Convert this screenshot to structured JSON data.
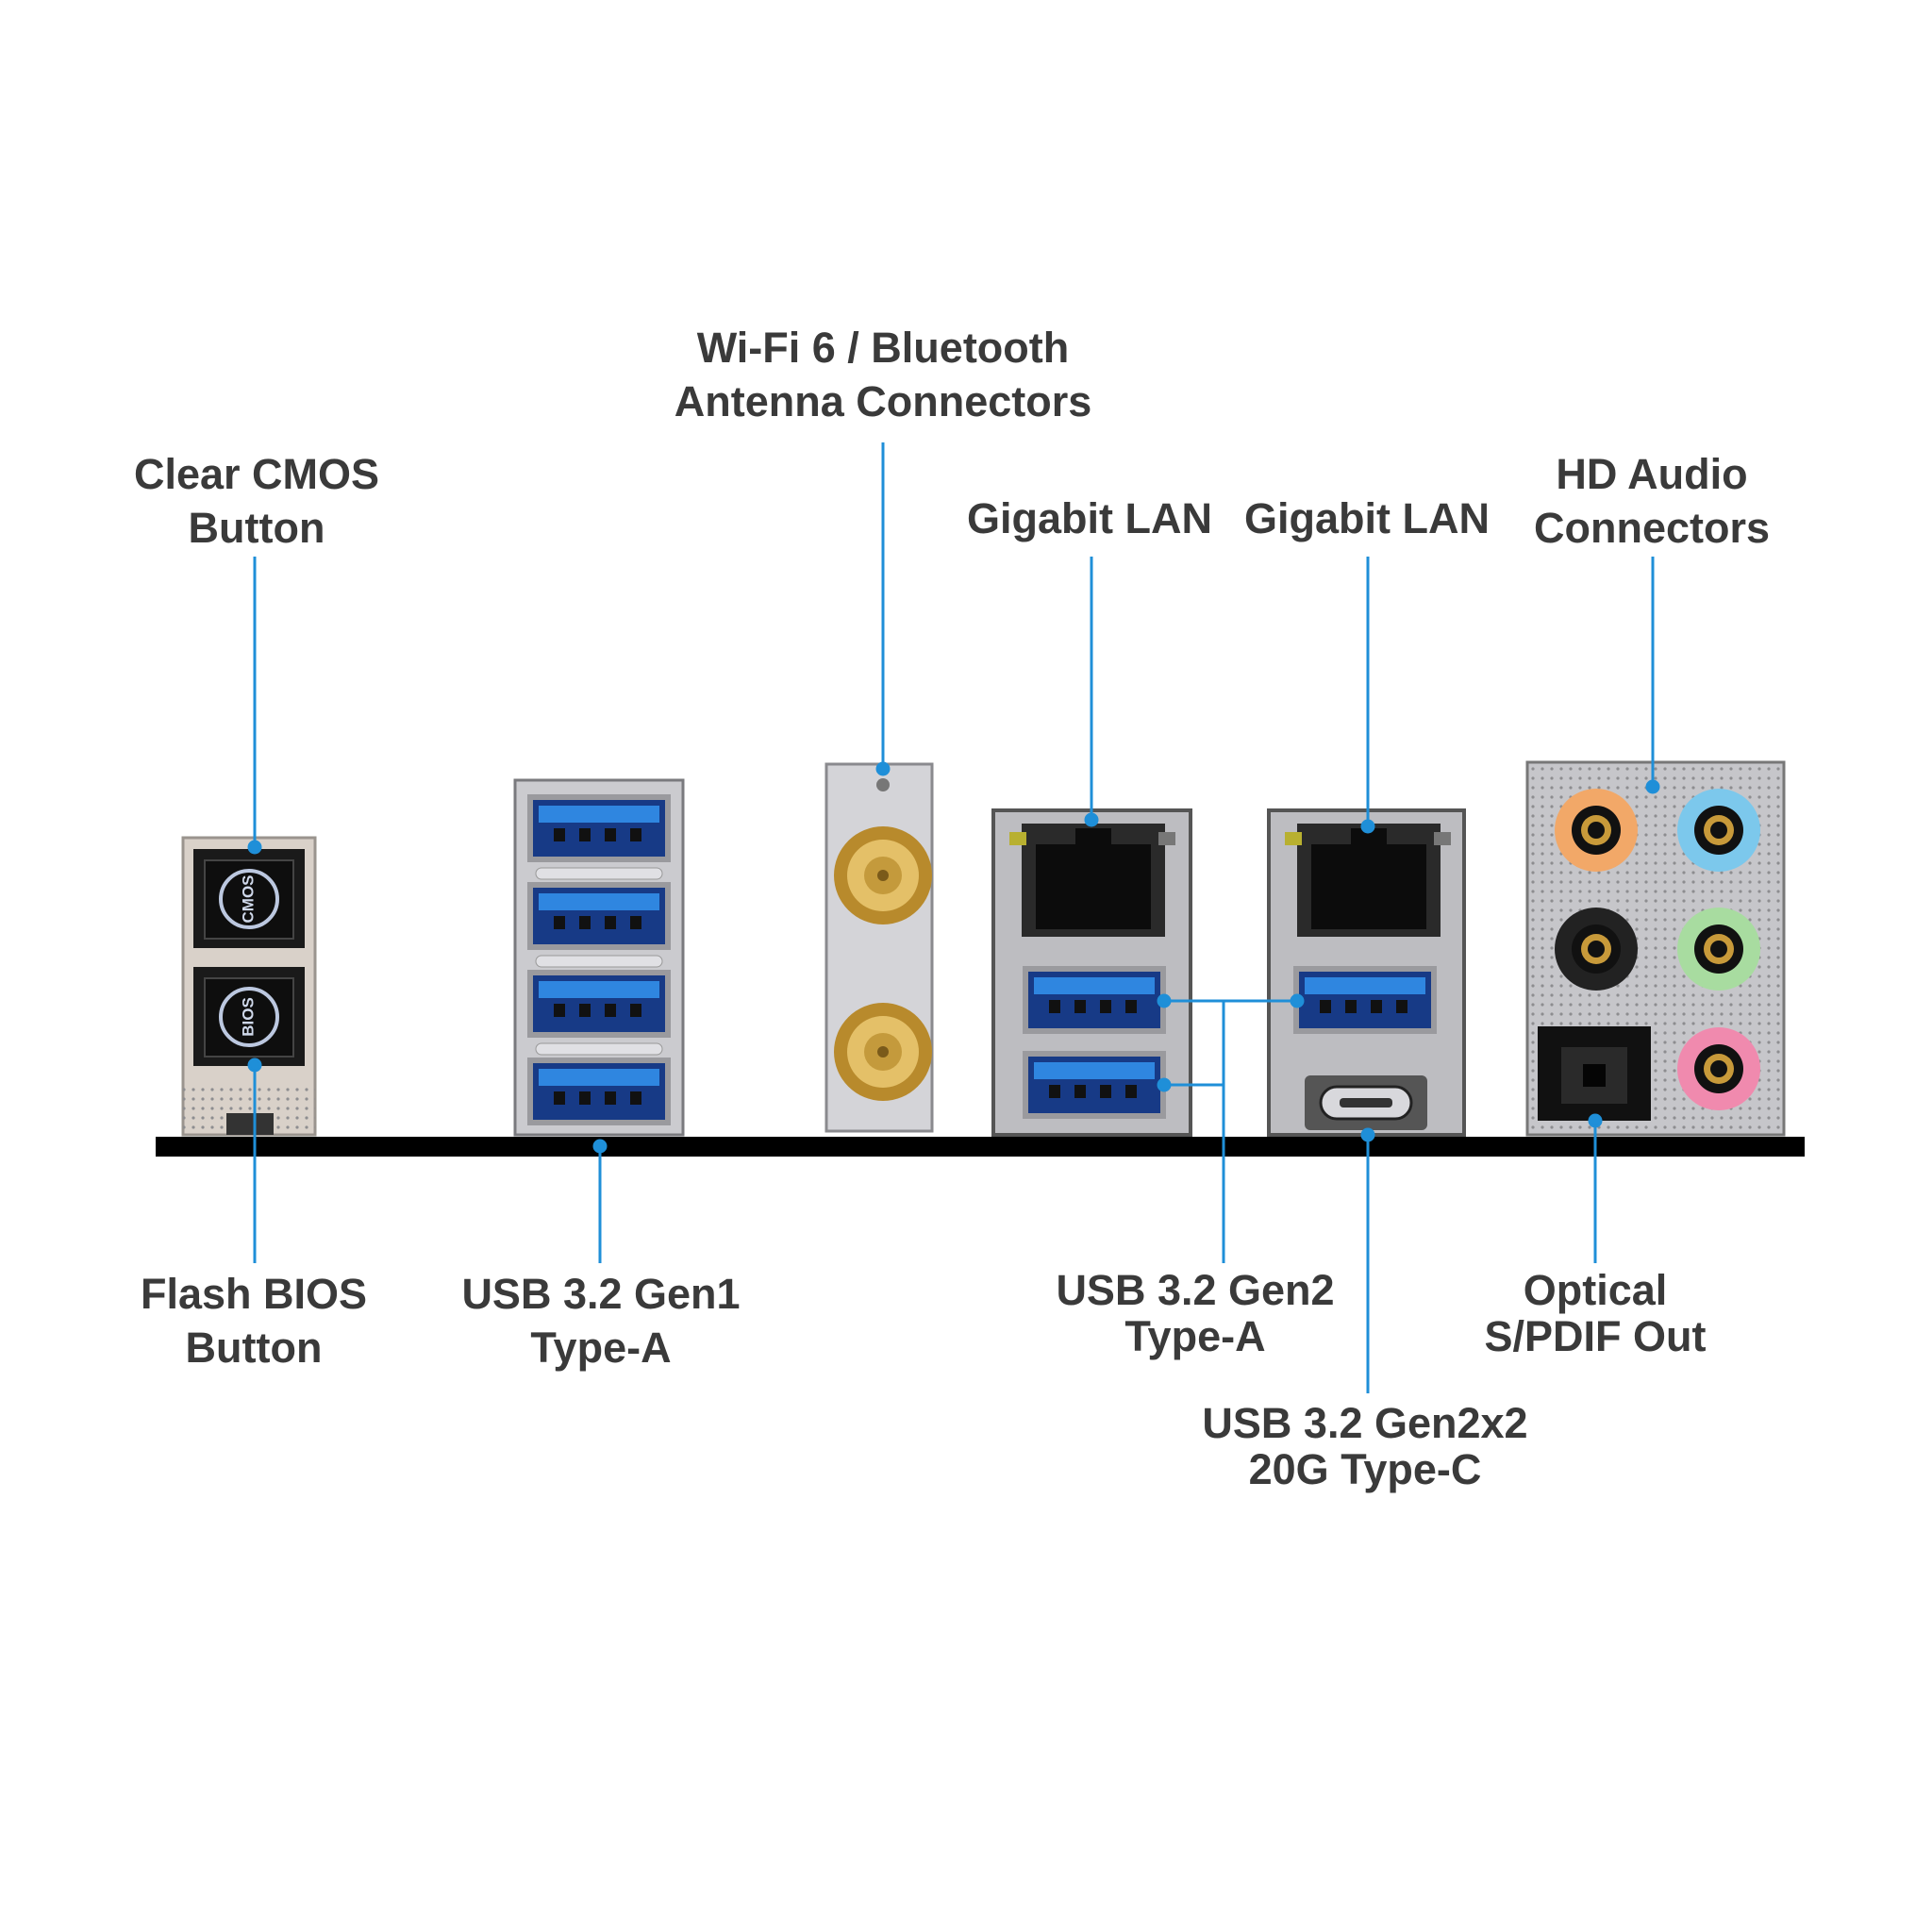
{
  "colors": {
    "leader_line": "#1f8fd8",
    "base_bar": "#000000",
    "label_text": "#3a3a3a",
    "usb_blue": "#2f86e0"
  },
  "labels": {
    "clear_cmos": {
      "line1": "Clear CMOS",
      "line2": "Button"
    },
    "antenna": {
      "line1": "Wi-Fi 6 / Bluetooth",
      "line2": "Antenna Connectors"
    },
    "lan1": {
      "line1": "Gigabit LAN"
    },
    "lan2": {
      "line1": "Gigabit LAN"
    },
    "hd_audio": {
      "line1": "HD Audio",
      "line2": "Connectors"
    },
    "flash_bios": {
      "line1": "Flash BIOS",
      "line2": "Button"
    },
    "usb_gen1": {
      "line1": "USB 3.2 Gen1",
      "line2": "Type-A"
    },
    "usb_gen2": {
      "line1": "USB 3.2 Gen2",
      "line2": "Type-A"
    },
    "usb_gen2x2": {
      "line1": "USB 3.2 Gen2x2",
      "line2": "20G Type-C"
    },
    "optical": {
      "line1": "Optical",
      "line2": "S/PDIF Out"
    }
  },
  "buttons": {
    "cmos_text": "CMOS",
    "bios_text": "BIOS"
  },
  "audio_jack_colors": [
    "#f2a868",
    "#7cc8ec",
    "#222222",
    "#a8dca0",
    "#8a8a8a",
    "#f08aae"
  ]
}
